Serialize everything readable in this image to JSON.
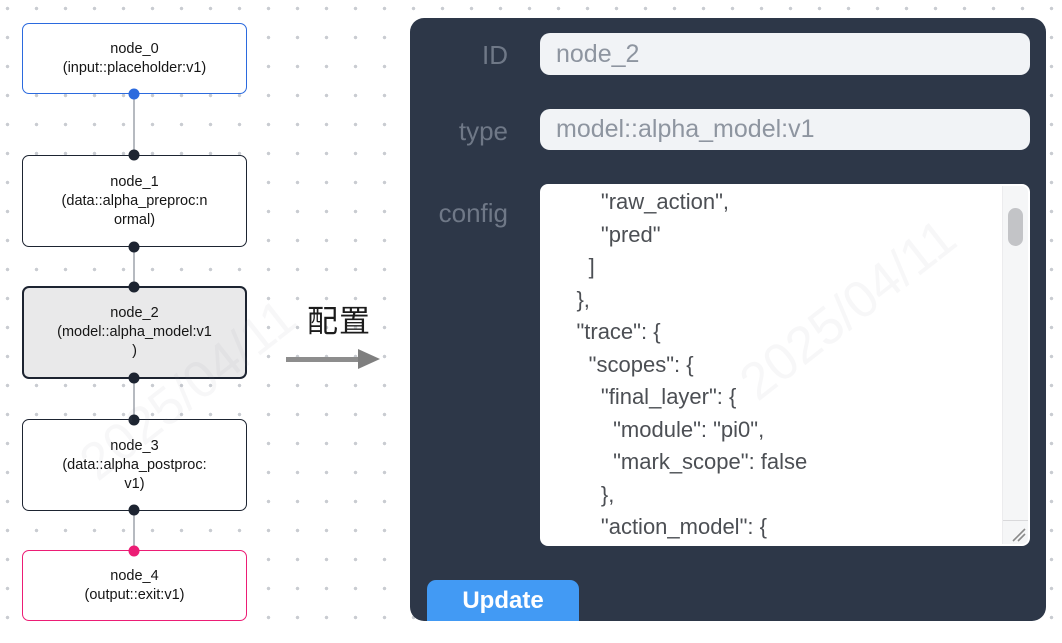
{
  "flowchart": {
    "nodes": [
      {
        "title": "node_0",
        "subtitle": "(input::placeholder:v1)",
        "kind": "input",
        "border_color": "#2b6ade",
        "fill": "#ffffff",
        "selected": false
      },
      {
        "title": "node_1",
        "subtitle": "(data::alpha_preproc:n\normal)",
        "kind": "data",
        "border_color": "#1d2431",
        "fill": "#ffffff",
        "selected": false
      },
      {
        "title": "node_2",
        "subtitle": "(model::alpha_model:v1\n)",
        "kind": "model",
        "border_color": "#1d2431",
        "fill": "#e9e9ea",
        "selected": true
      },
      {
        "title": "node_3",
        "subtitle": "(data::alpha_postproc:\nv1)",
        "kind": "data",
        "border_color": "#1d2431",
        "fill": "#ffffff",
        "selected": false
      },
      {
        "title": "node_4",
        "subtitle": "(output::exit:v1)",
        "kind": "output",
        "border_color": "#ec1d75",
        "fill": "#ffffff",
        "selected": false
      }
    ],
    "edge_color": "#b6bac0",
    "handle_colors": {
      "default": "#1d2431",
      "input": "#2b6ade",
      "output": "#ec1d75"
    }
  },
  "transfer": {
    "label": "配置",
    "arrow_color": "#8d8d8d"
  },
  "panel": {
    "background": "#2d3748",
    "fields": [
      {
        "label": "ID",
        "value": "node_2"
      },
      {
        "label": "type",
        "value": "model::alpha_model:v1"
      },
      {
        "label": "config",
        "value": "        \"raw_action\",\n        \"pred\"\n      ]\n    },\n    \"trace\": {\n      \"scopes\": {\n        \"final_layer\": {\n          \"module\": \"pi0\",\n          \"mark_scope\": false\n        },\n        \"action_model\": {"
      }
    ],
    "update_label": "Update",
    "update_color": "#429af4"
  },
  "watermark": "2025/04/11"
}
